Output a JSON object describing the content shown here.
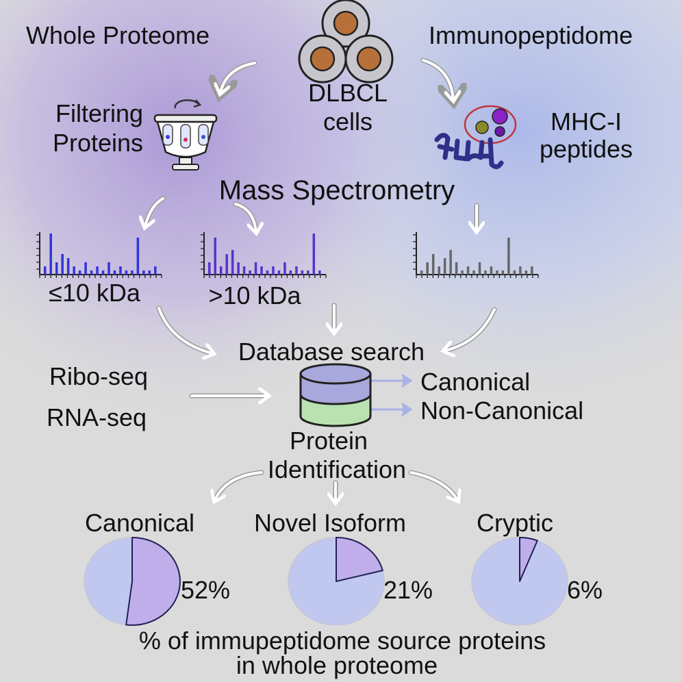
{
  "colors": {
    "purple_bg": "#b7a7dc",
    "blue_bg": "#b9c4ea",
    "gray_bg": "#dcdcdc",
    "bar_blue": "#3333dd",
    "bar_purple": "#5533cc",
    "bar_gray": "#666666",
    "pie_base": "#c0c8ef",
    "pie_slice": "#c0aeea",
    "db_top": "#a9a8dc",
    "db_bottom": "#b9e2b0",
    "cell_fill": "#b8703a",
    "peptide": "#2f2f8a"
  },
  "top": {
    "whole_proteome": "Whole Proteome",
    "immunopeptidome": "Immunopeptidome",
    "cells_line1": "DLBCL",
    "cells_line2": "cells",
    "filtering_line1": "Filtering",
    "filtering_line2": "Proteins",
    "mhc_line1": "MHC-I",
    "mhc_line2": "peptides",
    "mass_spec": "Mass Spectrometry"
  },
  "spectra": [
    {
      "label": "≤10 kDa",
      "color": "bar_blue",
      "values": [
        2,
        10,
        3,
        5,
        4,
        2,
        1,
        3,
        1,
        2,
        1,
        3,
        1,
        2,
        1,
        1,
        9,
        1,
        1,
        2
      ]
    },
    {
      "label": ">10 kDa",
      "color": "bar_purple",
      "values": [
        3,
        9,
        2,
        5,
        6,
        3,
        2,
        1,
        3,
        2,
        1,
        2,
        1,
        3,
        1,
        2,
        1,
        1,
        10,
        1
      ]
    },
    {
      "label": "",
      "color": "bar_gray",
      "values": [
        1,
        3,
        5,
        2,
        4,
        6,
        3,
        1,
        2,
        1,
        3,
        1,
        2,
        1,
        1,
        9,
        1,
        2,
        1,
        2
      ]
    }
  ],
  "middle": {
    "database_search": "Database search",
    "ribo_seq": "Ribo-seq",
    "rna_seq": "RNA-seq",
    "canonical": "Canonical",
    "non_canonical": "Non-Canonical",
    "protein_line1": "Protein",
    "protein_line2": "Identification"
  },
  "chart_data": {
    "type": "pie",
    "title": "% of immupeptidome source proteins in whole proteome",
    "categories": [
      "Canonical",
      "Novel Isoform",
      "Cryptic"
    ],
    "values": [
      52,
      21,
      6
    ],
    "value_labels": [
      "52%",
      "21%",
      "6%"
    ]
  },
  "bottom": {
    "caption_line1": "% of immupeptidome source proteins",
    "caption_line2": "in whole proteome"
  }
}
